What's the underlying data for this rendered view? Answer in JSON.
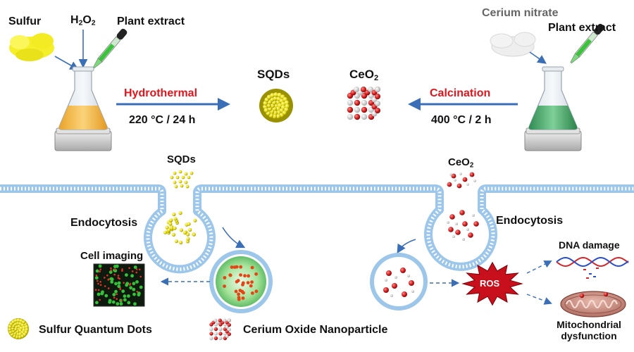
{
  "synthesis": {
    "left": {
      "reagent_1": "Sulfur",
      "reagent_2_base": "H",
      "reagent_2_sub": "2",
      "reagent_2_mid": "O",
      "reagent_2_sub2": "2",
      "reagent_3": "Plant extract",
      "method": "Hydrothermal",
      "conditions": "220 °C / 24 h",
      "product": "SQDs"
    },
    "right": {
      "reagent_1": "Cerium nitrate",
      "reagent_2": "Plant extract",
      "method": "Calcination",
      "conditions": "400 °C / 2 h",
      "product_base": "CeO",
      "product_sub": "2"
    }
  },
  "cell": {
    "left": {
      "particle_label": "SQDs",
      "process": "Endocytosis",
      "outcome": "Cell imaging"
    },
    "right": {
      "particle_label_base": "CeO",
      "particle_label_sub": "2",
      "process": "Endocytosis",
      "ros": "ROS",
      "effect_1": "DNA damage",
      "effect_2_line1": "Mitochondrial",
      "effect_2_line2": "dysfunction"
    }
  },
  "legend": {
    "item_1": "Sulfur Quantum Dots",
    "item_2": "Cerium Oxide Nanoparticle"
  },
  "colors": {
    "method_text": "#e3141b",
    "arrow": "#3a6fb7",
    "membrane": "#9cc6ea",
    "sulfur": "#f1ea1f",
    "ceria_red": "#d01b1b",
    "ceria_cream": "#efe3c4",
    "ros_star": "#c8101c"
  }
}
